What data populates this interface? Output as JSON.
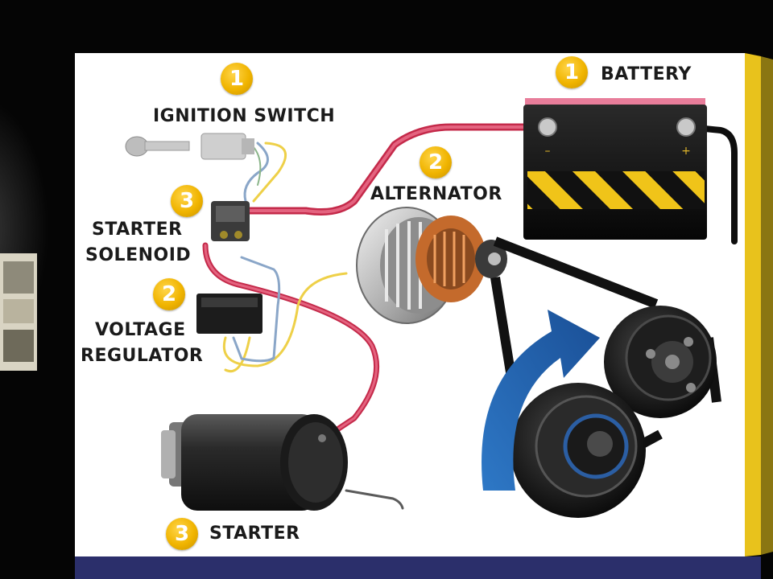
{
  "labels": {
    "ignition_switch": "IGNITION SWITCH",
    "starter_solenoid_line1": "STARTER",
    "starter_solenoid_line2": "SOLENOID",
    "voltage_regulator_line1": "VOLTAGE",
    "voltage_regulator_line2": "REGULATOR",
    "alternator": "ALTERNATOR",
    "battery": "BATTERY",
    "starter": "STARTER"
  },
  "badges": {
    "ignition_switch": "1",
    "battery": "1",
    "alternator": "2",
    "voltage_regulator": "2",
    "starter_solenoid": "3",
    "starter": "3"
  },
  "battery_terminals": {
    "negative": "–",
    "positive": "+"
  },
  "colors": {
    "badge": "#f0b400",
    "accent_stripe": "#e8c21c",
    "battery_wire": "#d63a5a",
    "signal_wire": "#f1d74c",
    "control_wire": "#8aa6c8",
    "rotation_arrow": "#1f5fa6",
    "bottom_band": "#2b2f6b",
    "panel": "#ffffff"
  }
}
